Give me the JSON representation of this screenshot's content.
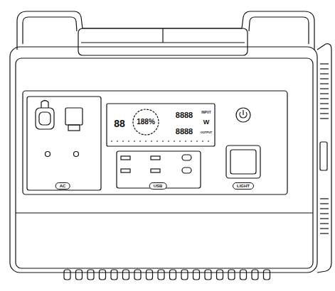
{
  "diagram": {
    "nodes": [
      {
        "text": [
          "AC"
        ]
      },
      {
        "text": [
          "USB"
        ]
      },
      {
        "text": [
          "LIGHT"
        ]
      }
    ],
    "labels": [
      "88",
      "188%",
      "8888",
      "INPUT",
      "W",
      "8888",
      "OUTPUT"
    ]
  }
}
